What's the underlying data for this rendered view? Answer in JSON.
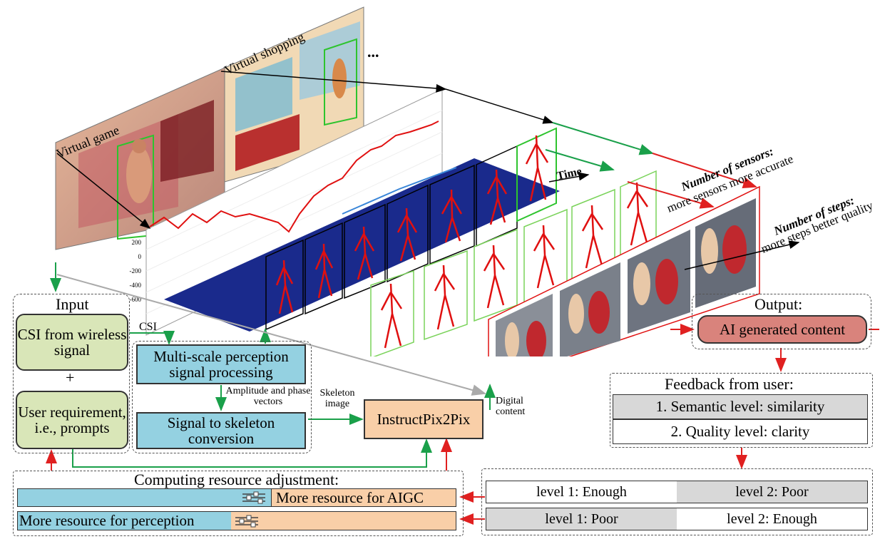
{
  "scene": {
    "panel1_label": "Virtual game",
    "panel2_label": "Virtual shopping",
    "ellipsis": "...",
    "time_label": "Time",
    "sensors_title": "Number of sensors:",
    "sensors_sub": "more sensors more accurate",
    "steps_title": "Number of steps:",
    "steps_sub": "more steps better quality",
    "y_ticks": [
      "200",
      "0",
      "-200",
      "-400",
      "-600"
    ]
  },
  "input": {
    "title": "Input",
    "csi": "CSI from wireless signal",
    "plus": "+",
    "user": "User requirement, i.e., prompts"
  },
  "processing": {
    "csi_label": "CSI",
    "multiscale": "Multi-scale perception signal processing",
    "amp_label": "Amplitude and phase vectors",
    "s2s": "Signal to skeleton conversion",
    "skeleton_image": "Skeleton image",
    "instruct": "InstructPix2Pix",
    "digital_content": "Digital content"
  },
  "output": {
    "title": "Output:",
    "aigc": "AI generated content"
  },
  "feedback": {
    "title": "Feedback from user:",
    "semantic": "1. Semantic level: similarity",
    "quality": "2. Quality level: clarity",
    "row1": [
      "level 1: Enough",
      "level 2: Poor"
    ],
    "row2": [
      "level 1: Poor",
      "level 2: Enough"
    ]
  },
  "computing": {
    "title": "Computing resource adjustment:",
    "aigc_bar": "More resource for AIGC",
    "perception_bar": "More resource for perception"
  },
  "colors": {
    "green_box": "#d9e6b8",
    "blue_box": "#94d1e1",
    "orange_box": "#f9cfa8",
    "red_box": "#d9837c",
    "arrow_red": "#e02020",
    "arrow_green": "#1aa04a",
    "heatmap": "#1a2a8c"
  }
}
